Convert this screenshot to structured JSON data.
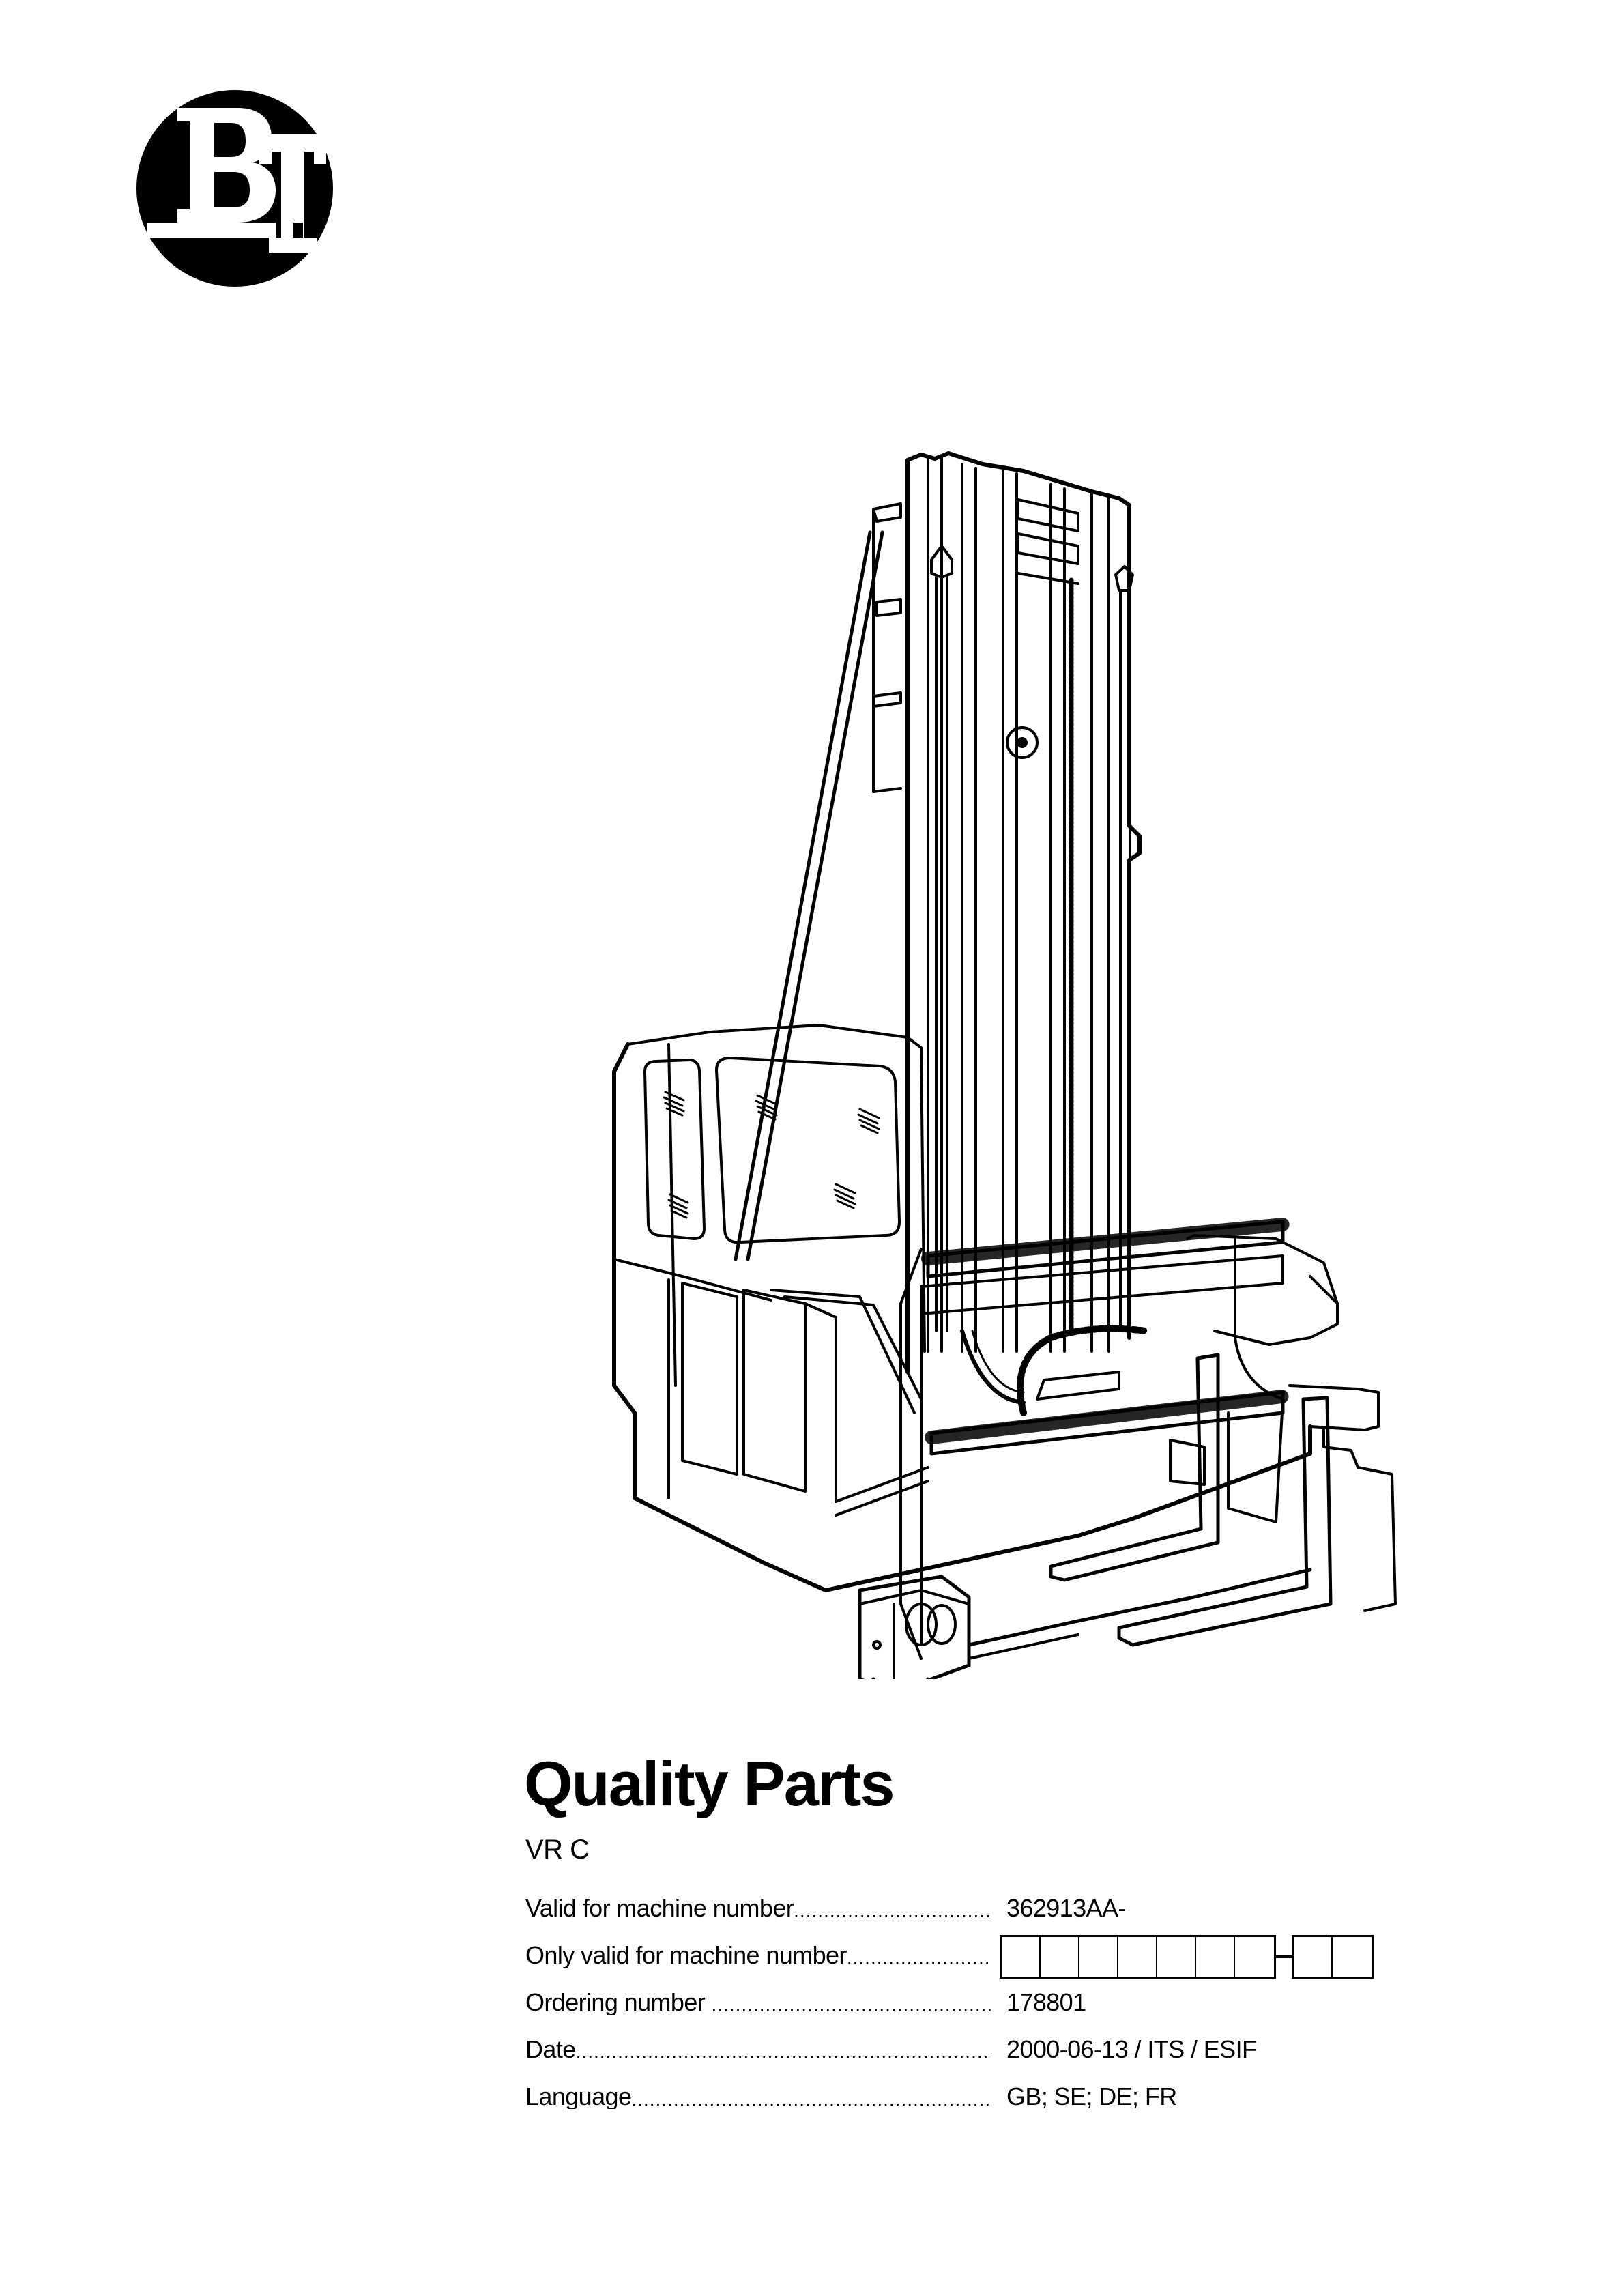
{
  "logo": {
    "text": "BT",
    "icon": "bt-brand-logo"
  },
  "illustration": {
    "subject": "VR C very narrow aisle truck with mast, operator cab and forks",
    "icon": "forklift-truck-line-drawing"
  },
  "document": {
    "title": "Quality Parts",
    "model": "VR C",
    "specs": [
      {
        "label": "Valid for machine number",
        "value": "362913AA-"
      },
      {
        "label": "Only valid for machine number",
        "value": "",
        "boxes_main": 7,
        "boxes_suffix": 2
      },
      {
        "label": "Ordering number ",
        "value": "178801"
      },
      {
        "label": "Date",
        "value": "2000-06-13 / ITS / ESIF"
      },
      {
        "label": "Language",
        "value": "GB; SE; DE; FR"
      }
    ],
    "leader": "................................................................................................"
  },
  "colors": {
    "ink": "#000000",
    "paper": "#ffffff"
  }
}
